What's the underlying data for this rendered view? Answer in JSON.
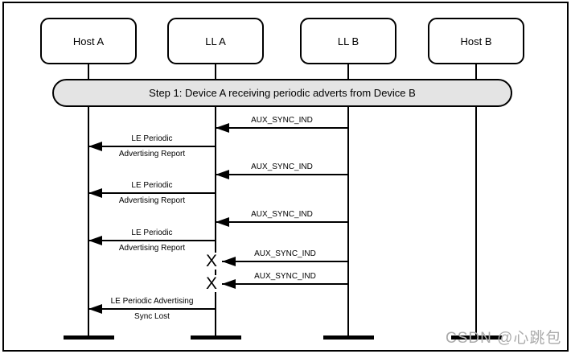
{
  "actors": [
    {
      "label": "Host A"
    },
    {
      "label": "LL A"
    },
    {
      "label": "LL B"
    },
    {
      "label": "Host B"
    }
  ],
  "banner": {
    "label": "Step 1: Device A receiving periodic adverts from Device B"
  },
  "messages": [
    {
      "from": "LL B",
      "to": "LL A",
      "label": "AUX_SYNC_IND"
    },
    {
      "from": "LL A",
      "to": "Host A",
      "label_line1": "LE Periodic",
      "label_line2": "Advertising Report"
    },
    {
      "from": "LL B",
      "to": "LL A",
      "label": "AUX_SYNC_IND"
    },
    {
      "from": "LL A",
      "to": "Host A",
      "label_line1": "LE Periodic",
      "label_line2": "Advertising Report"
    },
    {
      "from": "LL B",
      "to": "LL A",
      "label": "AUX_SYNC_IND"
    },
    {
      "from": "LL A",
      "to": "Host A",
      "label_line1": "LE Periodic",
      "label_line2": "Advertising Report"
    },
    {
      "from": "LL B",
      "to": "LL A",
      "label": "AUX_SYNC_IND",
      "lost_marker": "X"
    },
    {
      "from": "LL B",
      "to": "LL A",
      "label": "AUX_SYNC_IND",
      "lost_marker": "X"
    },
    {
      "from": "LL A",
      "to": "Host A",
      "label_line1": "LE Periodic Advertising",
      "label_line2": "Sync Lost"
    }
  ],
  "watermark": "CSDN @心跳包",
  "colors": {
    "line": "#000000",
    "banner_fill": "#e4e4e4",
    "watermark": "#ababab"
  }
}
